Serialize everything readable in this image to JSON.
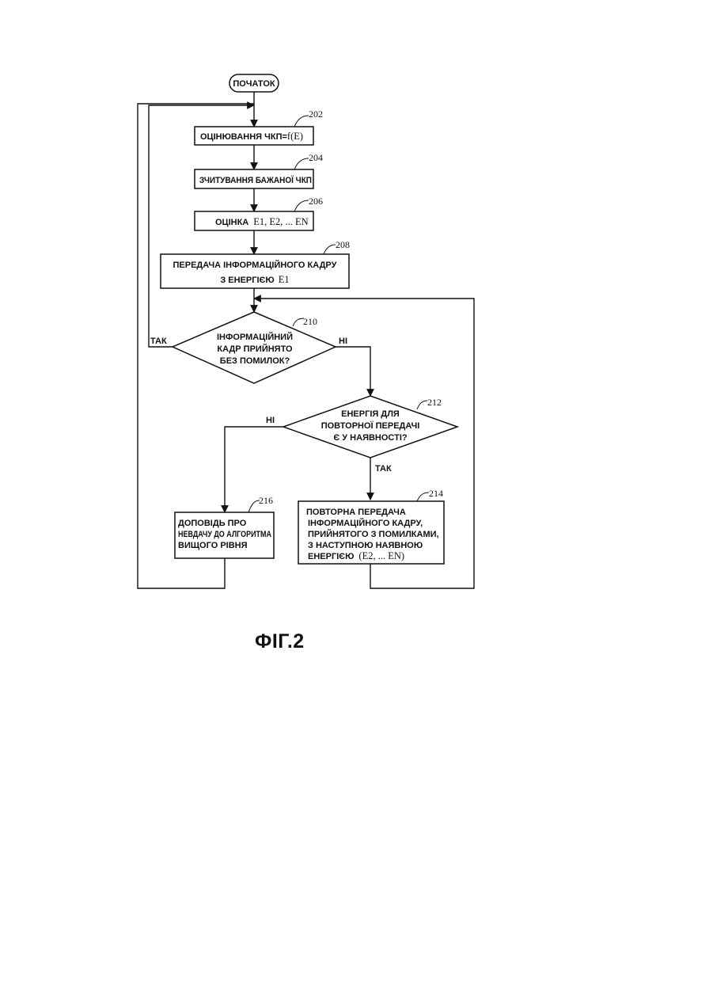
{
  "nodes": {
    "start": "ПОЧАТОК",
    "n202": {
      "text": "ОЦІНЮВАННЯ ЧКП=",
      "formula": "f(E)",
      "ref": "202"
    },
    "n204": {
      "text": "ЗЧИТУВАННЯ БАЖАНОЇ ЧКП",
      "ref": "204"
    },
    "n206": {
      "text": "ОЦІНКА",
      "formula": "E1, E2, ... EN",
      "ref": "206"
    },
    "n208": {
      "line1": "ПЕРЕДАЧА ІНФОРМАЦІЙНОГО КАДРУ",
      "line2": "З ЕНЕРГІЄЮ",
      "formula": "E1",
      "ref": "208"
    },
    "n210": {
      "line1": "ІНФОРМАЦІЙНИЙ",
      "line2": "КАДР ПРИЙНЯТО",
      "line3": "БЕЗ ПОМИЛОК?",
      "ref": "210"
    },
    "n212": {
      "line1": "ЕНЕРГІЯ ДЛЯ",
      "line2": "ПОВТОРНОЇ ПЕРЕДАЧІ",
      "line3": "Є У НАЯВНОСТІ?",
      "ref": "212"
    },
    "n214": {
      "line1": "ПОВТОРНА ПЕРЕДАЧА",
      "line2": "ІНФОРМАЦІЙНОГО КАДРУ,",
      "line3": "ПРИЙНЯТОГО З ПОМИЛКАМИ,",
      "line4": "З НАСТУПНОЮ НАЯВНОЮ",
      "line5": "ЕНЕРГІЄЮ",
      "formula": "(E2, ... EN)",
      "ref": "214"
    },
    "n216": {
      "line1": "ДОПОВІДЬ ПРО",
      "line2": "НЕВДАЧУ ДО АЛГОРИТМА",
      "line3": "ВИЩОГО РІВНЯ",
      "ref": "216"
    }
  },
  "edges": {
    "yes_210": "ТАК",
    "no_210": "НІ",
    "no_212": "НІ",
    "yes_212": "ТАК"
  },
  "caption": "ФІГ.2"
}
